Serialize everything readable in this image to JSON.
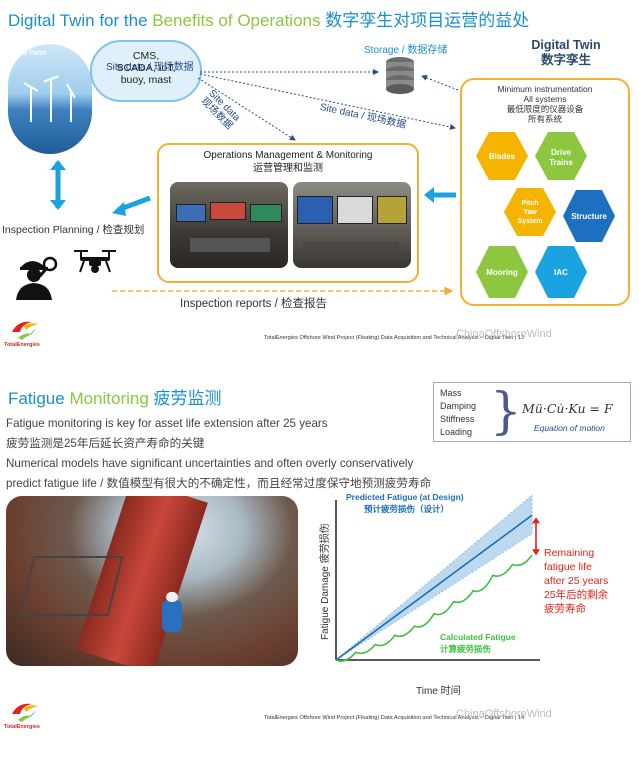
{
  "slide1": {
    "title_part1": "Digital Twin for the ",
    "title_part2": "Benefits of Operations",
    "title_part3": " 数字孪生对项目运营的益处",
    "wind_farm_label": "Wind Farm",
    "cloud_lines": [
      "CMS,",
      "SCADA, IoT,",
      "buoy, mast"
    ],
    "storage_label": "Storage / 数据存储",
    "arrow_site_data_1": "Site data / 现场数据",
    "arrow_site_data_2_en": "Site data",
    "arrow_site_data_2_cn": "现场数据",
    "arrow_site_data_3": "Site data / 现场数据",
    "digital_twin_title_en": "Digital Twin",
    "digital_twin_title_cn": "数字孪生",
    "min_instr_lines": [
      "Minimum instrumentation",
      "All systems",
      "最低限度的仪器设备",
      "所有系统"
    ],
    "om_title_en": "Operations Management & Monitoring",
    "om_title_cn": "运营管理和监测",
    "hexagons": {
      "blades": "Blades",
      "drive_trains_1": "Drive",
      "drive_trains_2": "Trains",
      "pitch_1": "Pitch",
      "pitch_2": "Yaw",
      "pitch_3": "System",
      "structure": "Structure",
      "mooring": "Mooring",
      "iac": "IAC"
    },
    "inspection_planning": "Inspection Planning / 检查规划",
    "inspection_reports": "Inspection reports / 检查报告",
    "logo_text": "TotalEnergies",
    "footer": "TotalEnergies Offshore Wind Project (Floating) Data Acquisition and Technical Analysis – Digital Twin  |  13",
    "watermark": "ChinaOffshoreWind"
  },
  "slide2": {
    "title_part1": "Fatigue ",
    "title_part2": "Monitoring",
    "title_part3": " 疲劳监测",
    "bullets": [
      "Fatigue monitoring is key for asset life extension after 25 years",
      "疲劳监测是25年后延长资产寿命的关键",
      "Numerical models have significant uncertainties and often overly conservatively",
      "predict fatigue life / 数值模型有很大的不确定性，而且经常过度保守地预测疲劳寿命"
    ],
    "equation_terms": [
      "Mass",
      "Damping",
      "Stiffness",
      "Loading"
    ],
    "equation": "Mü·Cu̇·Ku = F",
    "equation_caption": "Equation of motion",
    "logo_text": "TotalEnergies",
    "footer": "TotalEnergies Offshore Wind Project (Floating) Data Acquisition and Technical Analysis – Digital Twin  |  14",
    "watermark": "ChinaOffshoreWind"
  },
  "chart_data": {
    "type": "line",
    "title": "",
    "xlabel": "Time 时间",
    "ylabel": "Fatigue Damage 疲劳损伤",
    "predicted_label_en": "Predicted Fatigue (at Design)",
    "predicted_label_cn": "预计疲劳损伤（设计）",
    "calculated_label_en": "Calculated Fatigue",
    "calculated_label_cn": "计算疲劳损伤",
    "remaining_lines": [
      "Remaining",
      "fatigue life",
      "after 25 years",
      "25年后的剩余",
      "疲劳寿命"
    ],
    "colors": {
      "predicted": "#1a6fb5",
      "band": "#bcd9ef",
      "calculated": "#3fbf3f",
      "remaining": "#e2231a"
    },
    "series": [
      {
        "name": "Predicted Fatigue (at Design)",
        "x": [
          0,
          1
        ],
        "y": [
          0,
          1
        ]
      },
      {
        "name": "Calculated Fatigue",
        "x": [
          0,
          0.1,
          0.2,
          0.3,
          0.4,
          0.5,
          0.6,
          0.7,
          0.8,
          0.9,
          1.0
        ],
        "y": [
          0,
          0.05,
          0.1,
          0.16,
          0.22,
          0.3,
          0.38,
          0.45,
          0.55,
          0.62,
          0.68
        ]
      }
    ]
  }
}
